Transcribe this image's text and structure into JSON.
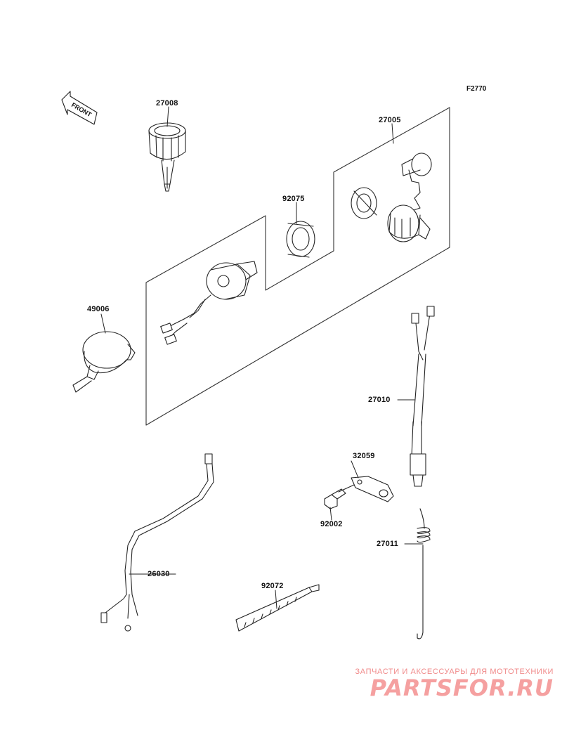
{
  "diagram": {
    "code": "F2770",
    "front_label": "FRONT",
    "parts": [
      {
        "number": "27008"
      },
      {
        "number": "27005"
      },
      {
        "number": "92075"
      },
      {
        "number": "49006"
      },
      {
        "number": "27010"
      },
      {
        "number": "32059"
      },
      {
        "number": "92002"
      },
      {
        "number": "27011"
      },
      {
        "number": "26030"
      },
      {
        "number": "92072"
      }
    ]
  },
  "watermark": {
    "tagline": "ЗАПЧАСТИ И АКСЕССУАРЫ ДЛЯ МОТОТЕХНИКИ",
    "logo": "PARTSFOR.RU"
  }
}
